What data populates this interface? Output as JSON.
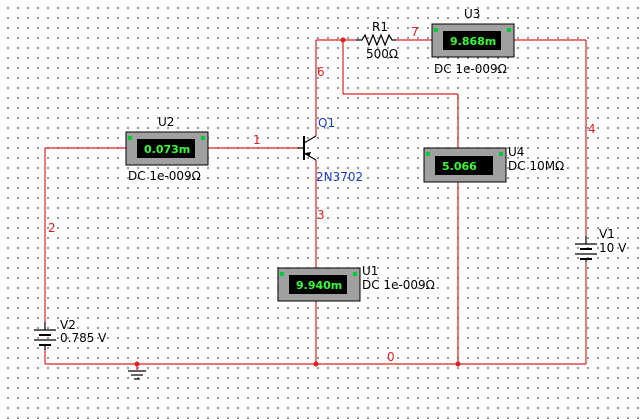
{
  "colors": {
    "wire": "#e02020",
    "component": "#000000",
    "blue_label": "#1a3fd0",
    "meter_body": "#a0a0a0",
    "meter_display": "#33ff33"
  },
  "nets": {
    "n0": "0",
    "n1": "1",
    "n2": "2",
    "n3": "3",
    "n4": "4",
    "n6": "6",
    "n7": "7"
  },
  "resistor_r1": {
    "ref": "R1",
    "value": "500Ω"
  },
  "transistor_q1": {
    "ref": "Q1",
    "model": "2N3702"
  },
  "source_v1": {
    "ref": "V1",
    "value": "10 V"
  },
  "source_v2": {
    "ref": "V2",
    "value": "0.785 V"
  },
  "meters": {
    "u1": {
      "ref": "U1",
      "reading": "9.940m",
      "mode": "DC  1e-009Ω"
    },
    "u2": {
      "ref": "U2",
      "reading": "0.073m",
      "mode": "DC  1e-009Ω"
    },
    "u3": {
      "ref": "U3",
      "reading": "9.868m",
      "mode": "DC  1e-009Ω"
    },
    "u4": {
      "ref": "U4",
      "reading": "5.066",
      "mode": "DC  10MΩ"
    }
  }
}
